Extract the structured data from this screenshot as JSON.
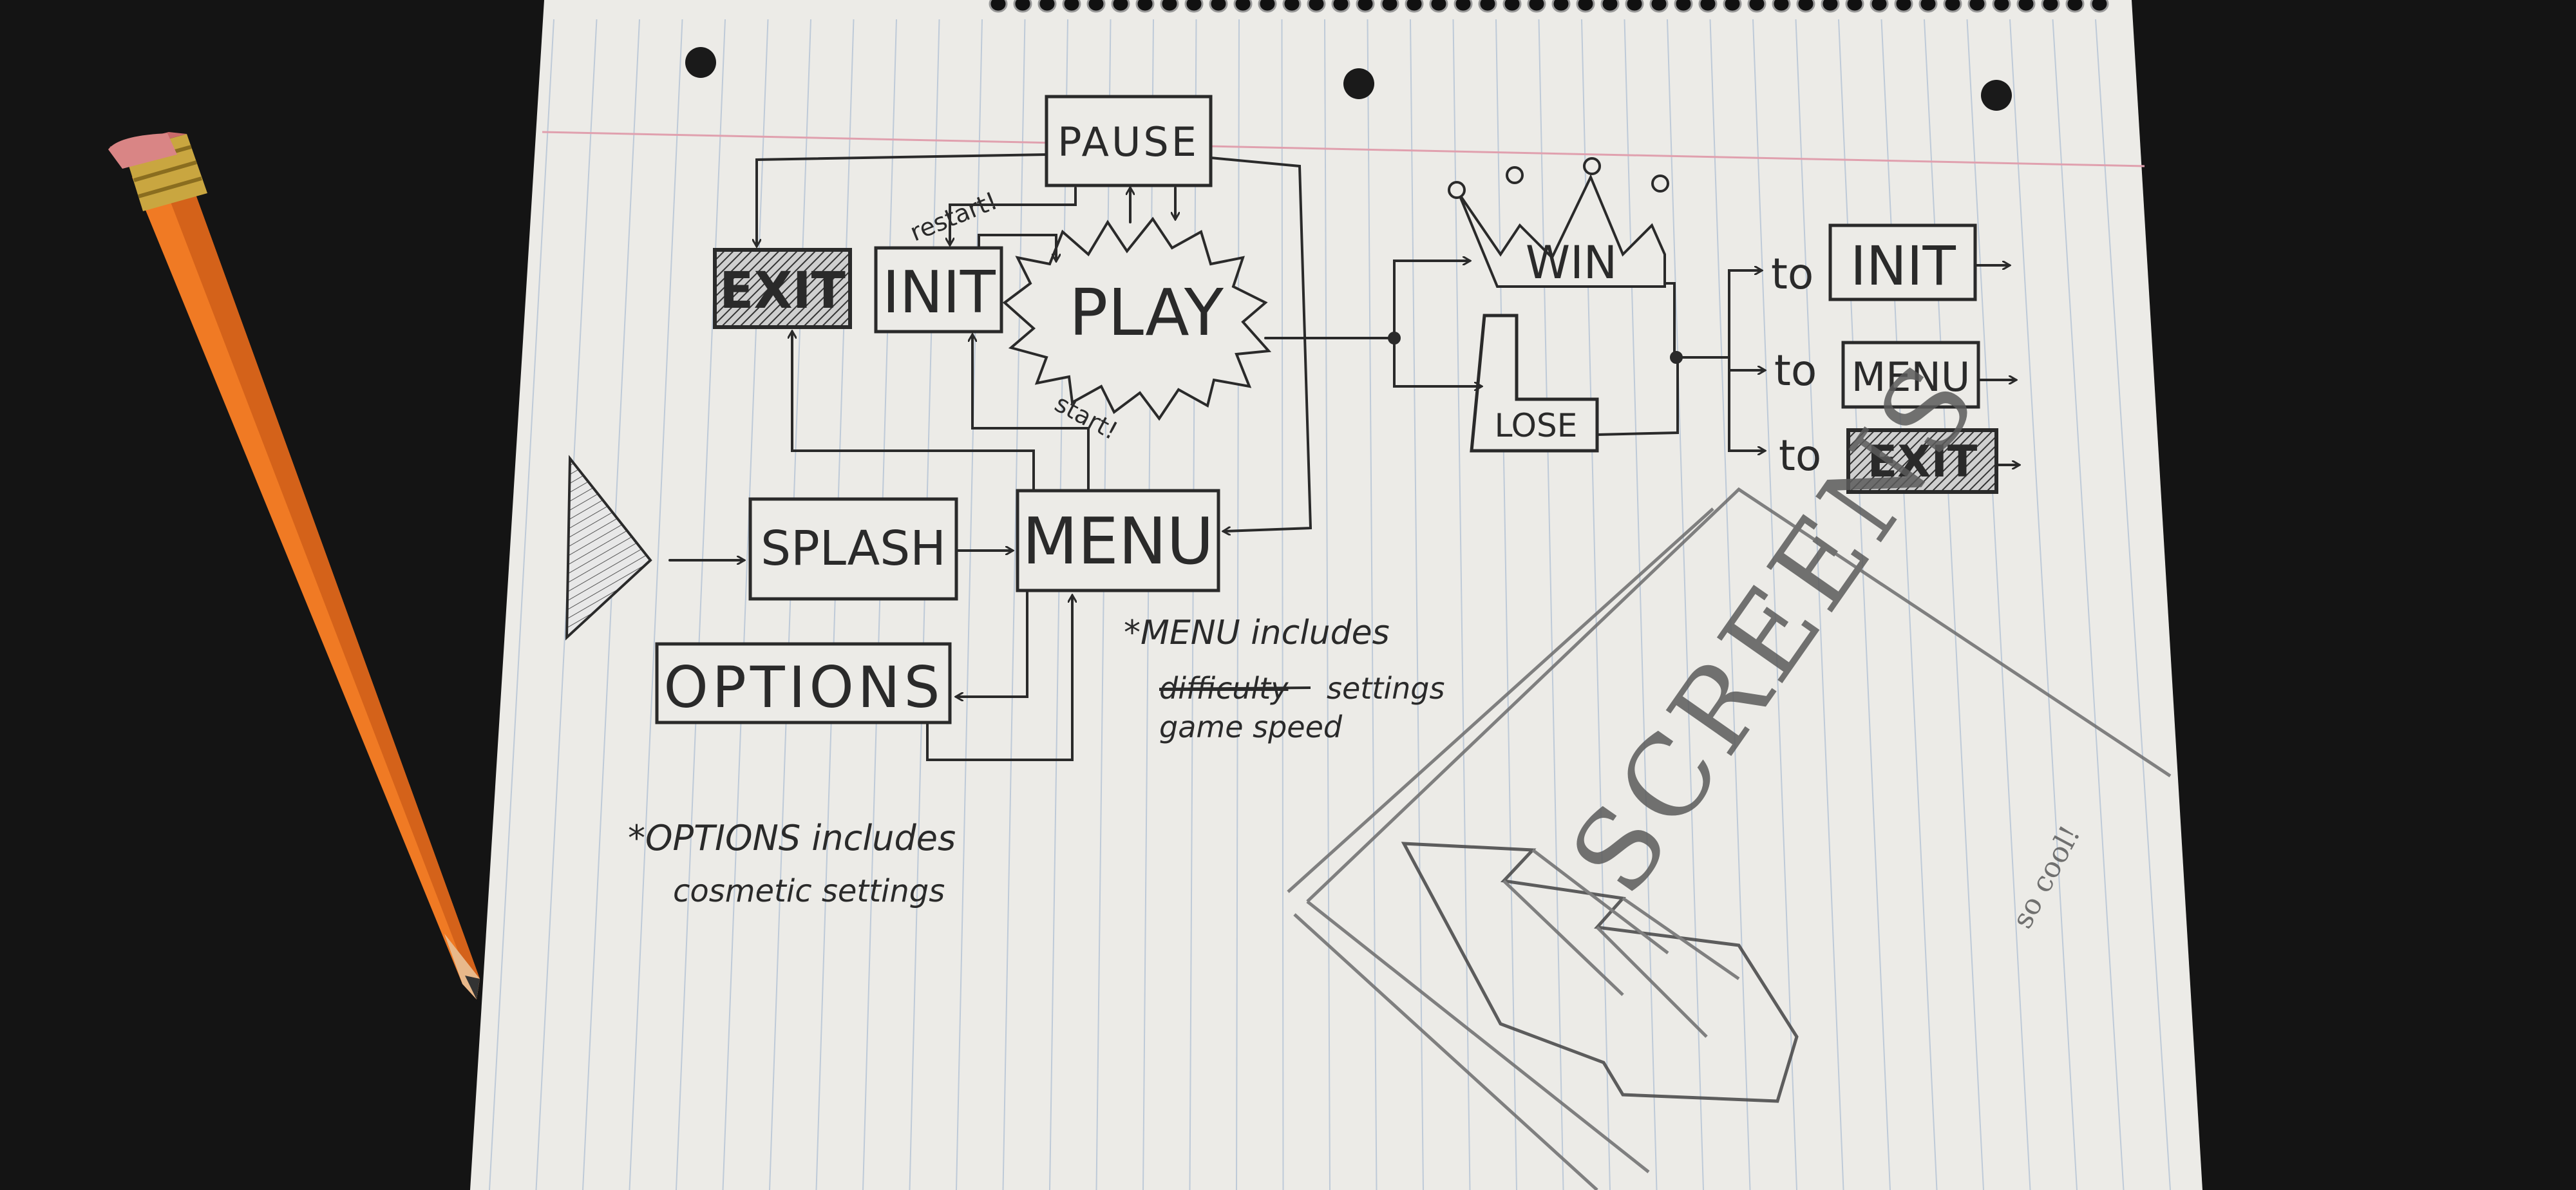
{
  "diagram": {
    "states": {
      "pause": "PAUSE",
      "exit": "EXIT",
      "init": "INIT",
      "play": "PLAY",
      "splash": "SPLASH",
      "menu": "MENU",
      "options": "OPTIONS",
      "win": "WIN",
      "lose": "LOSE"
    },
    "edge_labels": {
      "restart": "restart!",
      "start": "start!"
    },
    "outcomes": [
      {
        "prefix": "to",
        "target": "INIT"
      },
      {
        "prefix": "to",
        "target": "MENU"
      },
      {
        "prefix": "to",
        "target": "EXIT"
      }
    ],
    "notes": {
      "menu_title": "*MENU includes",
      "menu_struck": "difficulty",
      "menu_line1_rest": "settings",
      "menu_line2": "game speed",
      "options_title": "*OPTIONS includes",
      "options_line2": "cosmetic settings"
    }
  },
  "sketch": {
    "title": "SCREENS",
    "comment": "so cool!"
  },
  "colors": {
    "paper": "#ecebe7",
    "rule_line": "#9ab0cc",
    "margin_line": "#e0a0ae",
    "ink": "#2a2a2a",
    "pencil_body": "#f07a24",
    "background": "#141414"
  }
}
